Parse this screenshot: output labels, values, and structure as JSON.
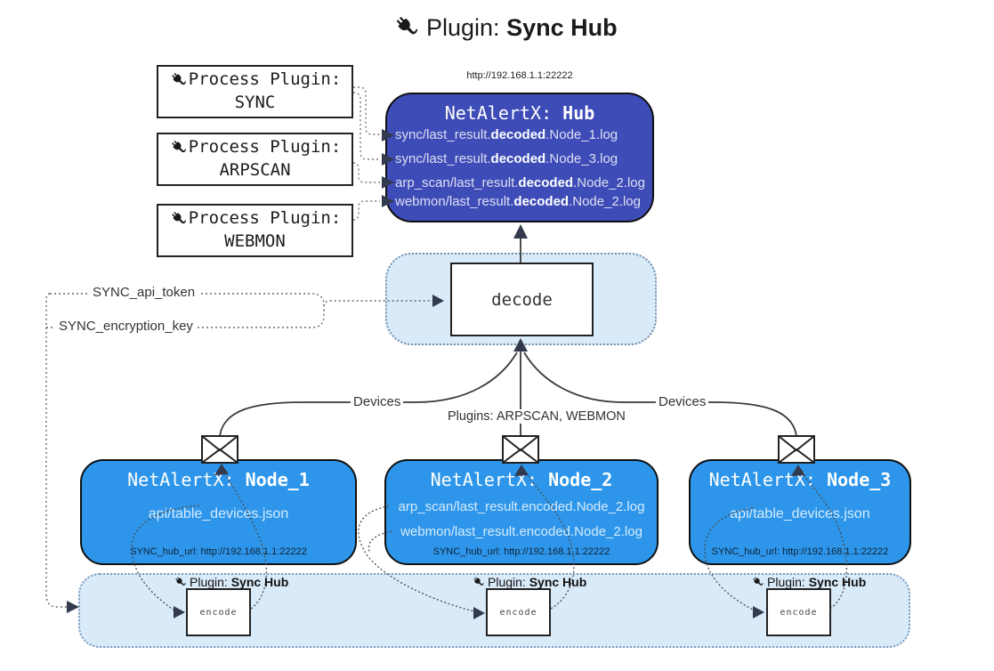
{
  "title": {
    "pre": "Plugin: ",
    "bold": "Sync Hub"
  },
  "process_plugins": [
    {
      "label": "Process Plugin:",
      "name": "SYNC"
    },
    {
      "label": "Process Plugin:",
      "name": "ARPSCAN"
    },
    {
      "label": "Process Plugin:",
      "name": "WEBMON"
    }
  ],
  "hub": {
    "url": "http://192.168.1.1:22222",
    "title_pre": "NetAlertX: ",
    "title_bold": "Hub",
    "lines": [
      {
        "pre": "sync/last_result.",
        "bold": "decoded",
        "post": ".Node_1.log"
      },
      {
        "pre": "sync/last_result.",
        "bold": "decoded",
        "post": ".Node_3.log"
      },
      {
        "pre": "arp_scan/last_result.",
        "bold": "decoded",
        "post": ".Node_2.log"
      },
      {
        "pre": "webmon/last_result.",
        "bold": "decoded",
        "post": ".Node_2.log"
      }
    ]
  },
  "decode": {
    "label": "decode"
  },
  "settings": {
    "api_token": "SYNC_api_token",
    "encryption_key": "SYNC_encryption_key"
  },
  "edge_labels": {
    "devices_left": "Devices",
    "plugins_mid": "Plugins: ARPSCAN, WEBMON",
    "devices_right": "Devices"
  },
  "nodes": [
    {
      "title_pre": "NetAlertX: ",
      "title_bold": "Node_1",
      "lines": [
        "api/table_devices.json"
      ],
      "hub_url": "SYNC_hub_url: http://192.168.1.1:22222"
    },
    {
      "title_pre": "NetAlertX: ",
      "title_bold": "Node_2",
      "lines": [
        "arp_scan/last_result.encoded.Node_2.log",
        "webmon/last_result.encoded.Node_2.log"
      ],
      "hub_url": "SYNC_hub_url: http://192.168.1.1:22222"
    },
    {
      "title_pre": "NetAlertX: ",
      "title_bold": "Node_3",
      "lines": [
        "api/table_devices.json"
      ],
      "hub_url": "SYNC_hub_url: http://192.168.1.1:22222"
    }
  ],
  "encode": {
    "plugin_pre": "Plugin: ",
    "plugin_bold": "Sync Hub",
    "label": "encode"
  },
  "colors": {
    "hub_bg": "#3e4cb8",
    "node_bg": "#2e96ea",
    "panel_bg": "#d9eaf9",
    "line": "#3a3a3a"
  }
}
